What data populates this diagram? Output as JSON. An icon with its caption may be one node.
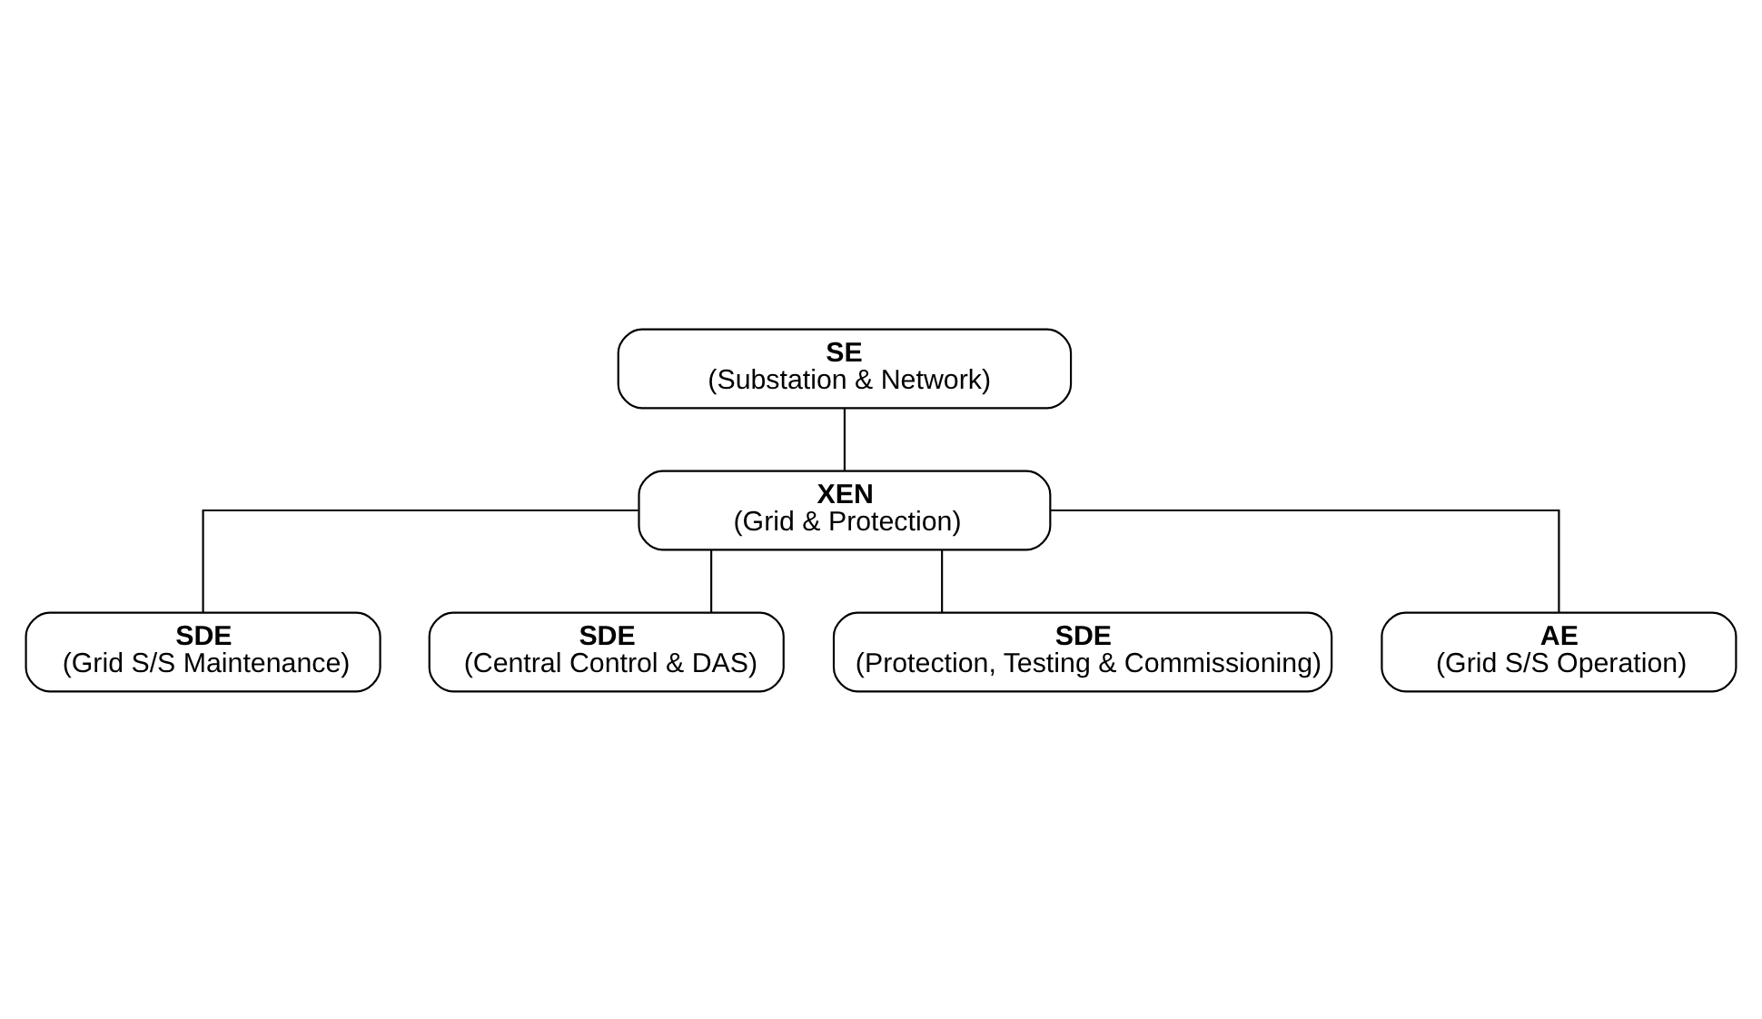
{
  "diagram": {
    "nodes": [
      {
        "text": [
          "SE",
          "(Substation & Network)"
        ]
      },
      {
        "text": [
          "XEN",
          "(Grid & Protection)"
        ]
      },
      {
        "text": [
          "SDE",
          "(Grid S/S Maintenance)"
        ]
      },
      {
        "text": [
          "SDE",
          "(Central Control & DAS)"
        ]
      },
      {
        "text": [
          "SDE",
          "(Protection, Testing & Commissioning)"
        ]
      },
      {
        "text": [
          "AE",
          "(Grid S/S Operation)"
        ]
      }
    ],
    "edges": [
      {
        "from": 0,
        "to": 1,
        "arrow": "none"
      },
      {
        "from": 1,
        "to": 2,
        "arrow": "none"
      },
      {
        "from": 1,
        "to": 3,
        "arrow": "none"
      },
      {
        "from": 1,
        "to": 4,
        "arrow": "none"
      },
      {
        "from": 1,
        "to": 5,
        "arrow": "none"
      }
    ]
  }
}
